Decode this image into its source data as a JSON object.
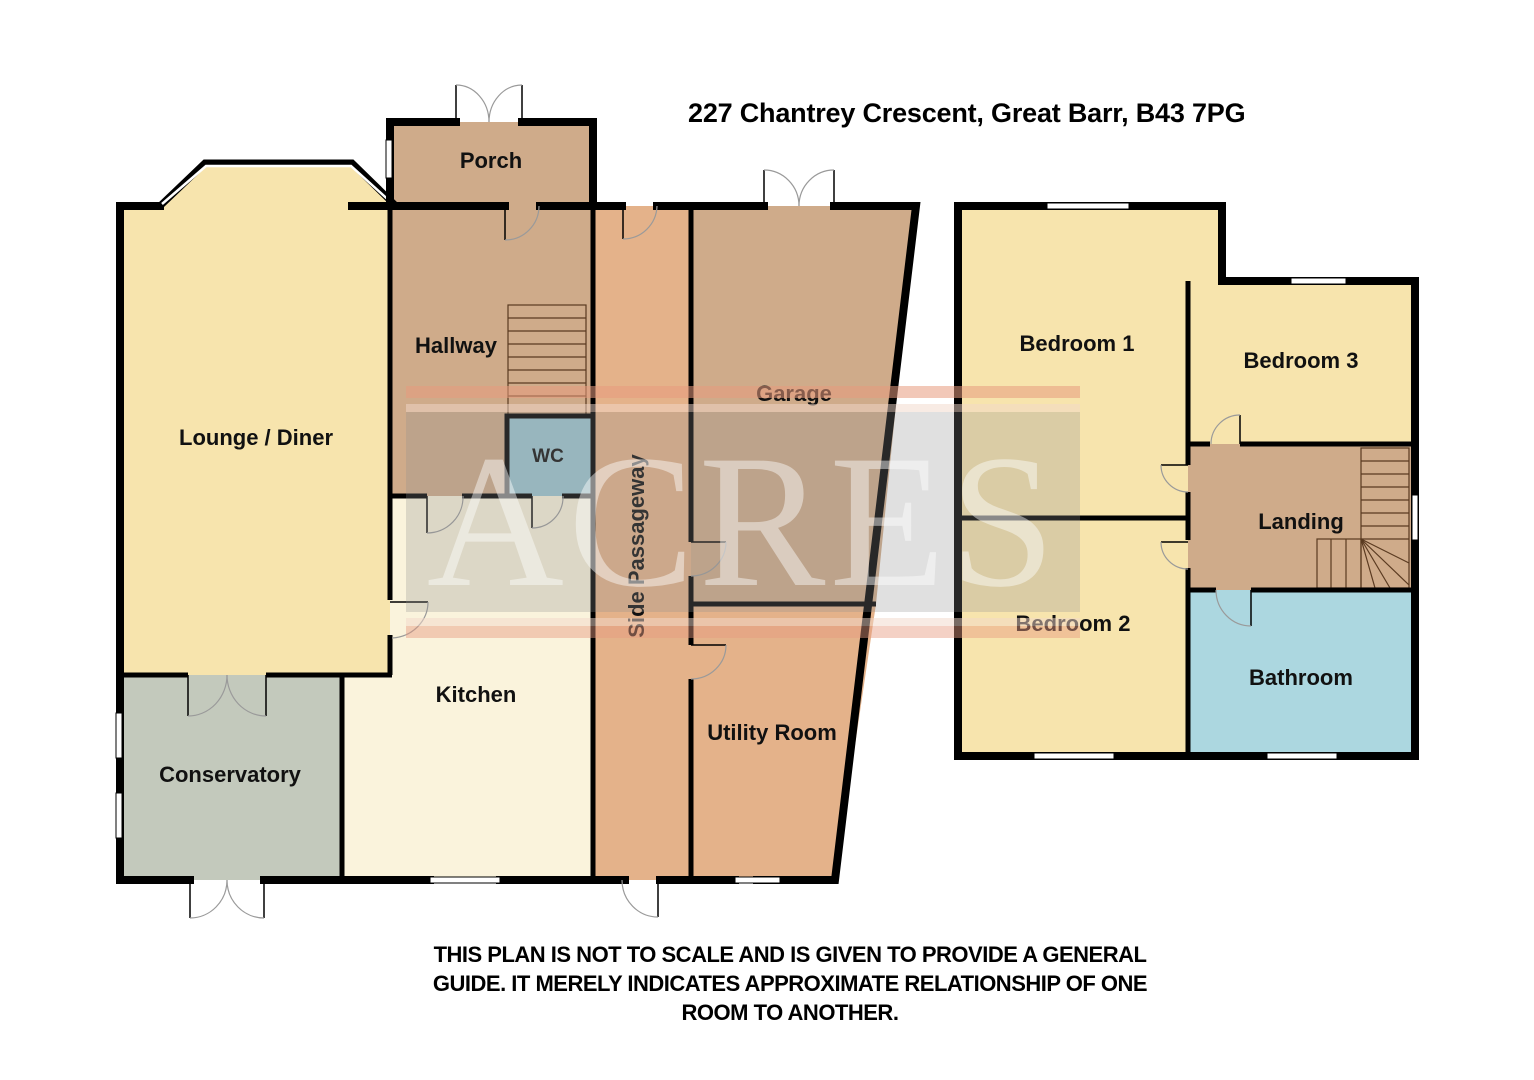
{
  "header": {
    "title": "227 Chantrey Crescent, Great Barr, B43 7PG"
  },
  "watermark": {
    "text": "ACRES"
  },
  "ground_floor": {
    "rooms": {
      "porch": "Porch",
      "hallway": "Hallway",
      "wc": "WC",
      "lounge_diner": "Lounge / Diner",
      "side_passageway": "Side Passageway",
      "garage": "Garage",
      "kitchen": "Kitchen",
      "conservatory": "Conservatory",
      "utility_room": "Utility Room"
    }
  },
  "first_floor": {
    "rooms": {
      "bedroom_1": "Bedroom 1",
      "bedroom_2": "Bedroom 2",
      "bedroom_3": "Bedroom 3",
      "landing": "Landing",
      "bathroom": "Bathroom"
    }
  },
  "colors": {
    "lounge": "#f7e4ad",
    "hallway": "#cfab8a",
    "porch": "#cfab8a",
    "side_passageway": "#e4b28a",
    "garage": "#cfab8a",
    "utility": "#e4b28a",
    "kitchen": "#faf3dc",
    "conservatory": "#c3c9bc",
    "wc": "#9bc5d0",
    "bedroom": "#f7e4ad",
    "landing": "#cfab8a",
    "bathroom": "#acd7e0"
  },
  "footer": {
    "disclaimer_lines": [
      "THIS PLAN IS NOT TO SCALE AND IS GIVEN TO PROVIDE A GENERAL",
      "GUIDE. IT MERELY INDICATES APPROXIMATE RELATIONSHIP OF ONE",
      "ROOM TO ANOTHER."
    ]
  }
}
